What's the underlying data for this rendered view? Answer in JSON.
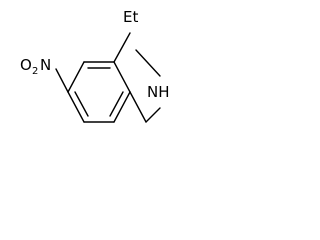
{
  "molecule": {
    "labels": {
      "ethyl": "Et",
      "amine": "NH",
      "nitro_prefix": "O",
      "nitro_subscript": "2",
      "nitro_suffix": "N"
    }
  }
}
